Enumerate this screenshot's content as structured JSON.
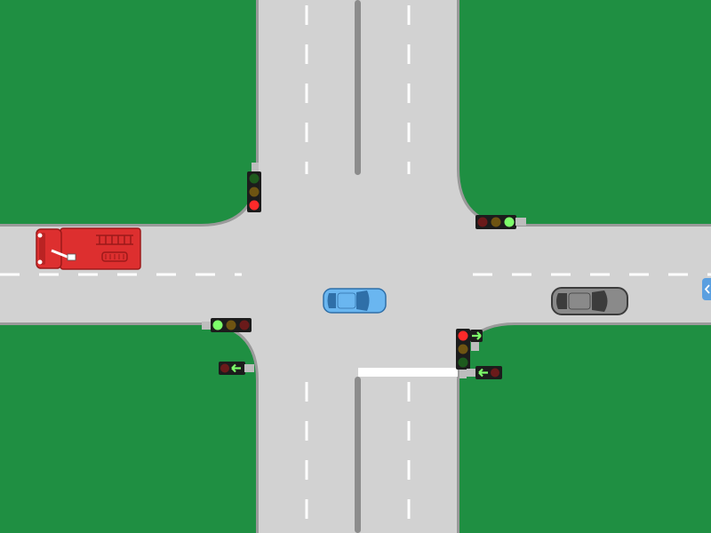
{
  "colors": {
    "grass": "#1f8f42",
    "road": "#d2d2d2",
    "road_edge": "#9a9a9a",
    "lane_marking": "#ffffff",
    "median": "#8c8c8c",
    "signal_housing": "#1c1c1c",
    "signal_mount": "#bdbdbd",
    "red_on": "#ff2a2a",
    "red_off": "#6a1a1a",
    "amber_off": "#6e5412",
    "green_on": "#7dff6a",
    "green_off": "#1d5a1d",
    "arrow_on": "#7dff6a",
    "fire_truck": "#dd2f2f",
    "fire_truck_dark": "#9c1a1a",
    "blue_car": "#6ab6f0",
    "blue_car_dark": "#2f6fa8",
    "grey_car": "#8a8a8a",
    "grey_car_dark": "#3c3c3c",
    "side_tab": "#5a9fe0"
  },
  "icons": {
    "fire_truck": "fire-truck-icon",
    "blue_car": "car-icon",
    "grey_car": "car-icon",
    "edge_tab": "chevron-left-icon"
  },
  "signals": {
    "north_west": "red",
    "north_east": "green",
    "south_west": "green",
    "south_east_main": "red",
    "south_east_main_arrow": "green-right-arrow",
    "south_east_filter": "green-left-arrow",
    "south_west_filter": "green-left-arrow"
  }
}
